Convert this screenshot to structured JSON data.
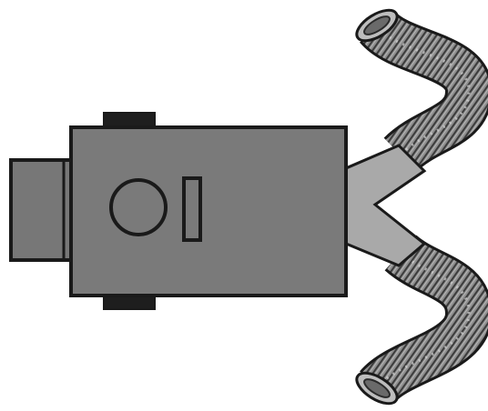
{
  "colors": {
    "background": "#ffffff",
    "body_fill": "#7a7a7a",
    "inlet_fill": "#777777",
    "wye_fill": "#a9a9a9",
    "hose_fill": "#8e8e8e",
    "hose_rib": "#3c3c3c",
    "hose_highlight": "#d4d4d4",
    "foot_fill": "#1e1e1e",
    "outline": "#1a1a1a"
  },
  "components": [
    {
      "name": "unit-body",
      "shape": "rectangle"
    },
    {
      "name": "inlet-port",
      "shape": "rectangle"
    },
    {
      "name": "top-foot",
      "shape": "rectangle"
    },
    {
      "name": "bottom-foot",
      "shape": "rectangle"
    },
    {
      "name": "round-indicator",
      "shape": "circle"
    },
    {
      "name": "slot-indicator",
      "shape": "rectangle"
    },
    {
      "name": "y-splitter",
      "shape": "wye"
    },
    {
      "name": "flex-hose-upper",
      "shape": "corrugated-duct"
    },
    {
      "name": "flex-hose-lower",
      "shape": "corrugated-duct"
    }
  ]
}
